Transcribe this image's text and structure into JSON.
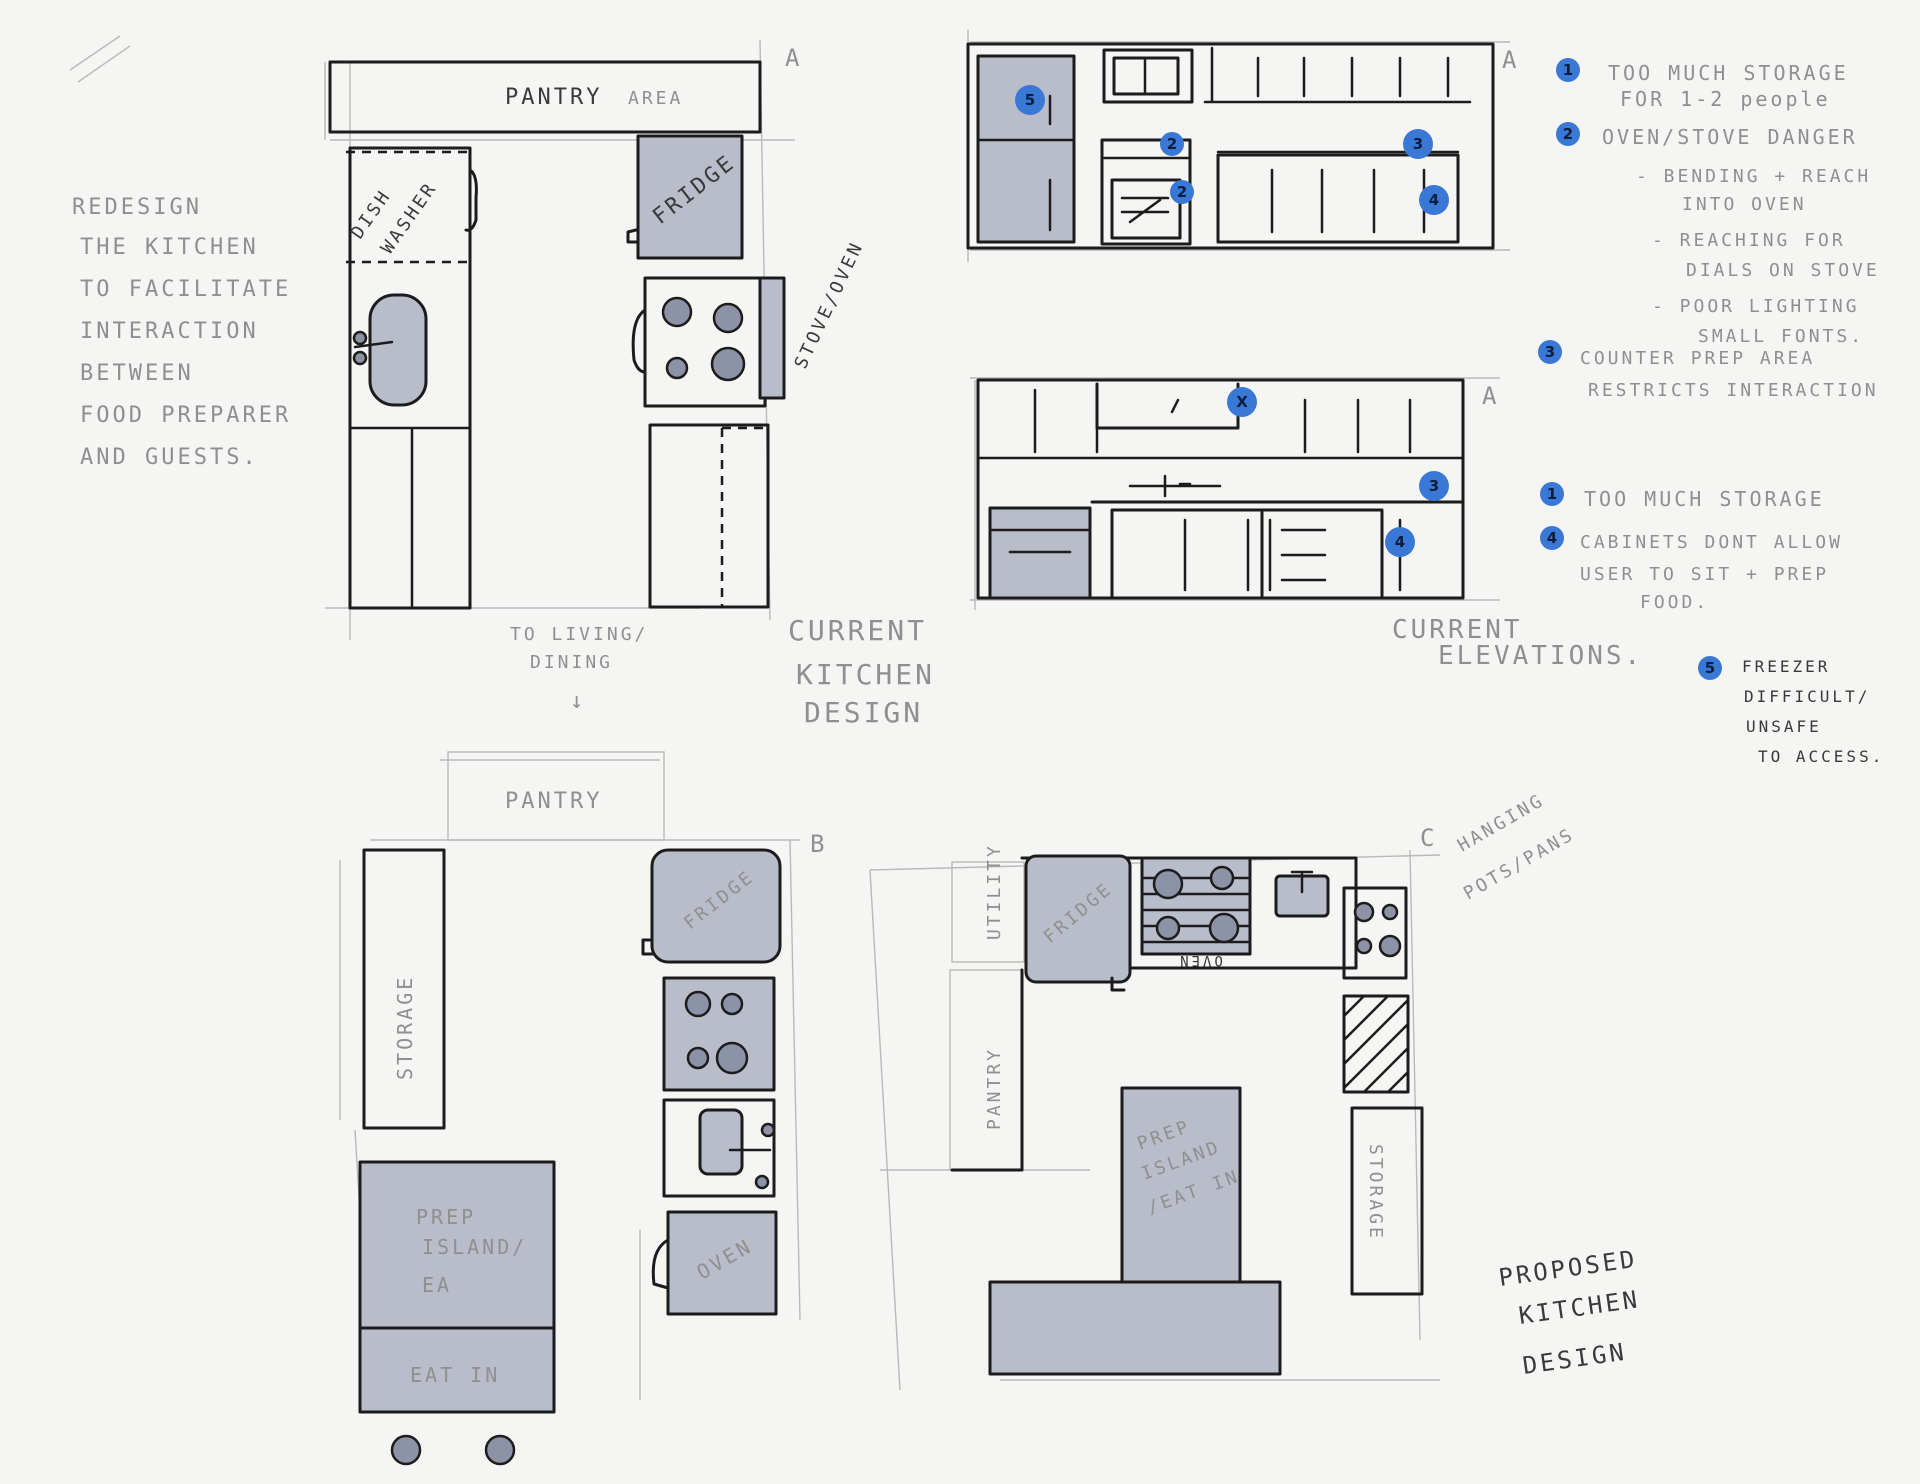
{
  "intro_lines": [
    "REDESIGN",
    "THE KITCHEN",
    "TO FACILITATE",
    "INTERACTION",
    "BETWEEN",
    "FOOD PREPARER",
    "AND GUESTS."
  ],
  "plan_a": {
    "marker": "A",
    "pantry": "PANTRY",
    "area": "AREA",
    "dish_1": "DISH",
    "dish_2": "WASHER",
    "fridge": "FRIDGE",
    "stove": "STOVE/OVEN",
    "living_1": "TO LIVING/",
    "living_2": "DINING",
    "arrow": "↓",
    "caption": [
      "CURRENT",
      "KITCHEN",
      "DESIGN"
    ]
  },
  "elevations": {
    "marker_top": "A",
    "marker_bottom": "A",
    "caption": [
      "CURRENT",
      "ELEVATIONS."
    ],
    "markers": {
      "fridge": "5",
      "oven_top": "2",
      "oven_door": "2",
      "counter_upper": "3",
      "cab_upper": "4",
      "x_mark": "X",
      "counter_lower": "3",
      "cab_lower": "4"
    }
  },
  "notes": [
    {
      "num": "1",
      "lines": [
        "TOO MUCH STORAGE",
        "FOR 1-2 people"
      ]
    },
    {
      "num": "2",
      "lines": [
        "OVEN/STOVE DANGER",
        "- BENDING + REACH",
        "INTO OVEN",
        "- REACHING FOR",
        "DIALS ON STOVE",
        "- POOR LIGHTING",
        "SMALL FONTS."
      ]
    },
    {
      "num": "3",
      "lines": [
        "COUNTER PREP AREA",
        "RESTRICTS INTERACTION"
      ]
    },
    {
      "num": "1",
      "lines": [
        "TOO MUCH STORAGE"
      ]
    },
    {
      "num": "4",
      "lines": [
        "CABINETS DONT ALLOW",
        "USER TO SIT + PREP",
        "FOOD."
      ]
    },
    {
      "num": "5",
      "lines": [
        "FREEZER",
        "DIFFICULT/",
        "UNSAFE",
        "TO ACCESS."
      ]
    }
  ],
  "plan_b": {
    "marker": "B",
    "pantry": "PANTRY",
    "storage": "STORAGE",
    "fridge": "FRIDGE",
    "oven": "OVEN",
    "island_1": "PREP",
    "island_2": "ISLAND/",
    "island_3": "EA",
    "eatin": "EAT IN"
  },
  "plan_c": {
    "marker": "C",
    "hanging_1": "HANGING",
    "hanging_2": "POTS/PANS",
    "utility": "UTILITY",
    "fridge": "FRIDGE",
    "oven": "OVEN",
    "pantry": "PANTRY",
    "storage": "STORAGE",
    "island_1": "PREP",
    "island_2": "ISLAND",
    "island_3": "/EAT IN",
    "caption": [
      "PROPOSED",
      "KITCHEN",
      "DESIGN"
    ]
  },
  "colors": {
    "marker_fill": "#3a78d6",
    "appliance_fill": "#b9bdca",
    "ink": "#1c1c1c",
    "pencil": "#8f8f8f"
  }
}
